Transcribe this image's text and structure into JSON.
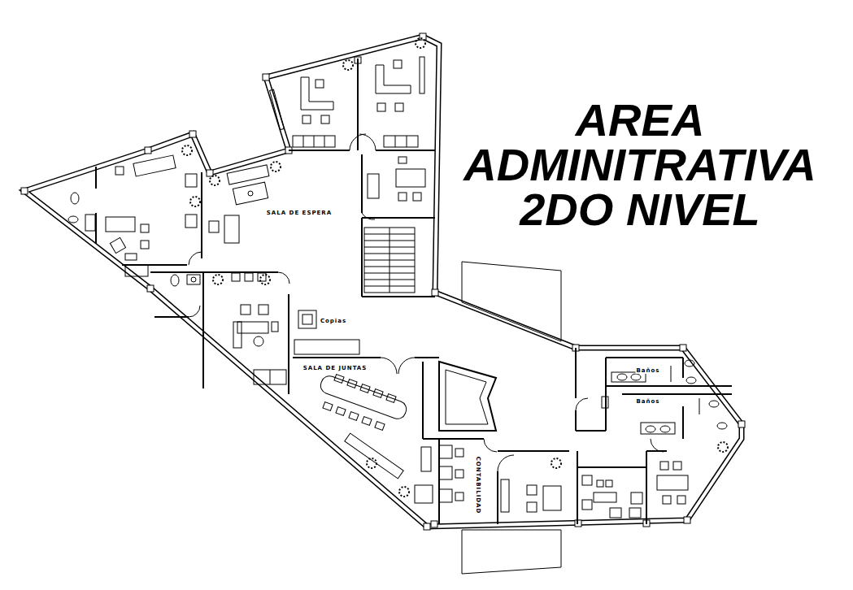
{
  "diagram": {
    "title": "AREA ADMINITRATIVA 2DO NIVEL",
    "labels": [
      "SALA DE ESPERA",
      "Copias",
      "SALA DE JUNTAS",
      "CONTABILIDAD",
      "Baños",
      "Baños"
    ]
  }
}
